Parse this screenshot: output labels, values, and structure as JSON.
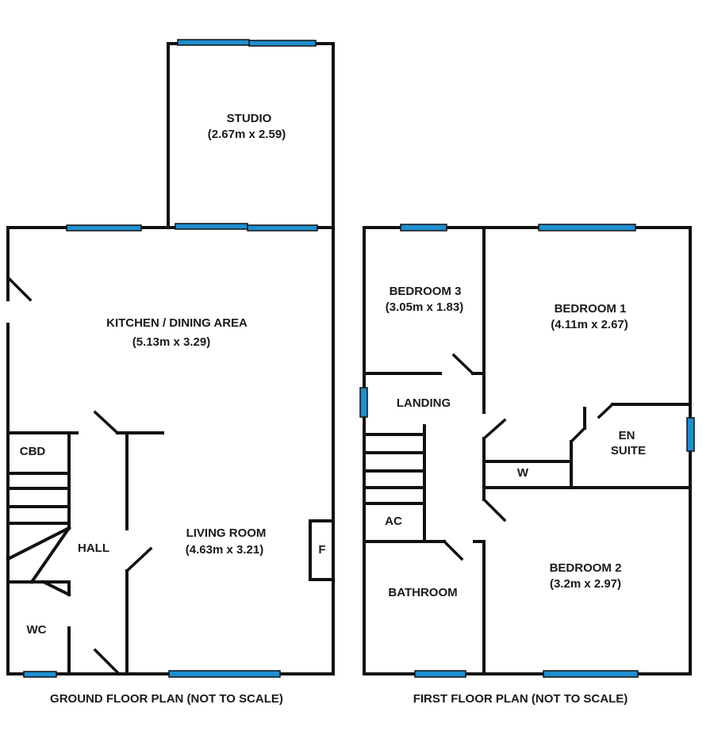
{
  "colors": {
    "wall": "#111111",
    "window": "#1f8fd0",
    "background": "#ffffff"
  },
  "ground_floor": {
    "caption": "GROUND FLOOR PLAN (NOT TO SCALE)",
    "rooms": {
      "studio": {
        "name": "STUDIO",
        "size": "(2.67m x 2.59)"
      },
      "kitchen": {
        "name": "KITCHEN / DINING AREA",
        "size": "(5.13m x 3.29)"
      },
      "living": {
        "name": "LIVING ROOM",
        "size": "(4.63m x 3.21)"
      },
      "cbd": {
        "name": "CBD"
      },
      "hall": {
        "name": "HALL"
      },
      "wc": {
        "name": "WC"
      },
      "fireplace": {
        "name": "F"
      }
    }
  },
  "first_floor": {
    "caption": "FIRST FLOOR PLAN (NOT TO SCALE)",
    "rooms": {
      "bedroom3": {
        "name": "BEDROOM 3",
        "size": "(3.05m x 1.83)"
      },
      "bedroom1": {
        "name": "BEDROOM 1",
        "size": "(4.11m x 2.67)"
      },
      "landing": {
        "name": "LANDING"
      },
      "ensuite": {
        "line1": "EN",
        "line2": "SUITE"
      },
      "wardrobe": {
        "name": "W"
      },
      "ac": {
        "name": "AC"
      },
      "bathroom": {
        "name": "BATHROOM"
      },
      "bedroom2": {
        "name": "BEDROOM 2",
        "size": "(3.2m x 2.97)"
      }
    }
  }
}
